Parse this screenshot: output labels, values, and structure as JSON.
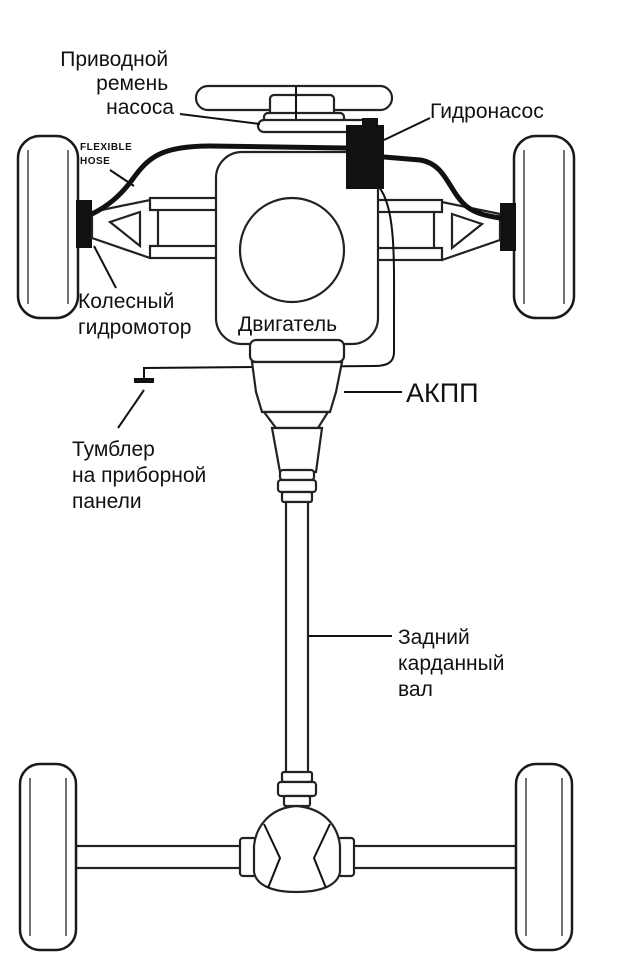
{
  "labels": {
    "pump_belt": [
      "Приводной",
      "ремень",
      "насоса"
    ],
    "hydropump": "Гидронасос",
    "flexible_hose": [
      "FLEXIBLE",
      "HOSE"
    ],
    "wheel_motor": [
      "Колесный",
      "гидромотор"
    ],
    "engine": "Двигатель",
    "transmission": "АКПП",
    "dash_switch": [
      "Тумблер",
      "на приборной",
      "панели"
    ],
    "rear_driveshaft": [
      "Задний",
      "карданный",
      "вал"
    ]
  }
}
